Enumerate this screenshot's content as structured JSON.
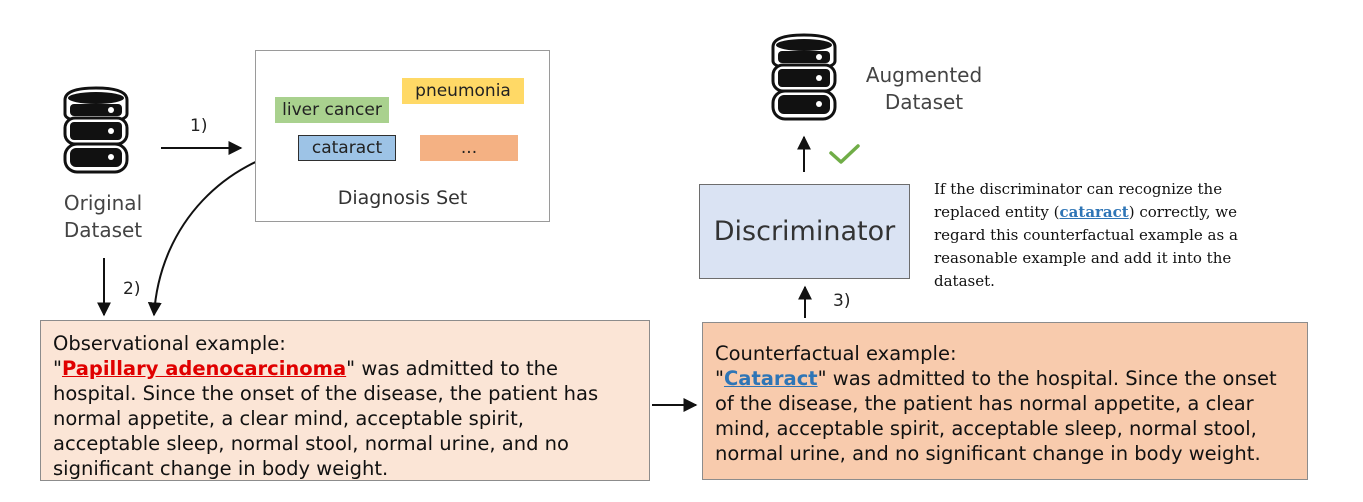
{
  "original_dataset": {
    "line1": "Original",
    "line2": "Dataset",
    "icon": "database-icon"
  },
  "augmented_dataset": {
    "line1": "Augmented",
    "line2": "Dataset",
    "icon": "database-icon"
  },
  "diagnosis_set": {
    "caption": "Diagnosis Set",
    "tags": {
      "liver": "liver cancer",
      "pneumonia": "pneumonia",
      "cataract": "cataract",
      "more": "..."
    }
  },
  "steps": {
    "s1": "1)",
    "s2": "2)",
    "s3": "3)"
  },
  "discriminator": {
    "label": "Discriminator",
    "check_icon": "checkmark-icon",
    "check_color": "#70ad47"
  },
  "note": {
    "before": "If the discriminator can recognize the replaced entity (",
    "entity": "cataract",
    "after": ") correctly, we regard this counterfactual example as a reasonable example and add it into the dataset."
  },
  "observational": {
    "heading": "Observational example:",
    "quote_open": "\"",
    "entity": "Papillary adenocarcinoma",
    "quote_close": "\"",
    "text": " was admitted to the hospital. Since the onset of the disease, the patient has normal appetite, a clear mind, acceptable spirit, acceptable sleep, normal stool, normal urine, and no significant change in body weight."
  },
  "counterfactual": {
    "heading": "Counterfactual example:",
    "quote_open": "\"",
    "entity": "Cataract",
    "quote_close": "\"",
    "text": " was admitted to the hospital. Since the onset of the disease, the patient has normal appetite, a clear mind, acceptable spirit, acceptable sleep, normal stool, normal urine, and no significant change in body weight."
  },
  "colors": {
    "observational_fill": "#fbe5d6",
    "counterfactual_fill": "#f8cbad",
    "discriminator_fill": "#dae3f3",
    "entity_red": "#e00000",
    "entity_blue": "#2e75b6"
  }
}
